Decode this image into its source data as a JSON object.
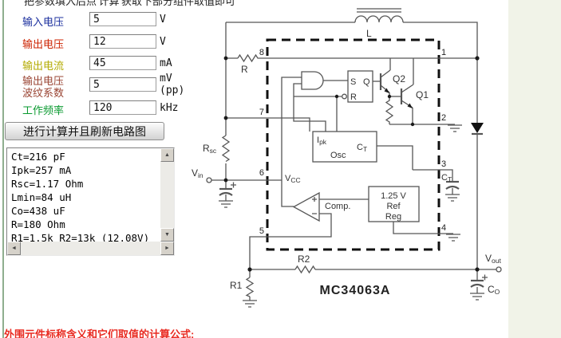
{
  "page": {
    "top_note": "把参数填入后点'计算'获取下部分组件取值即可",
    "bottom_note": "外围元件标称含义和它们取值的计算公式:"
  },
  "colors": {
    "left_border_green": "#8fae8f",
    "right_strip": "#f1f3e8",
    "label_input_voltage": "#1b2f9e",
    "label_output_voltage": "#cc2200",
    "label_output_current": "#b3ab00",
    "label_ripple": "#9a4433",
    "label_frequency": "#0a9a30",
    "bottom_note_red": "#e92a21"
  },
  "form": {
    "rows": [
      {
        "label": "输入电压",
        "value": "5",
        "unit": "V"
      },
      {
        "label": "输出电压",
        "value": "12",
        "unit": "V"
      },
      {
        "label": "输出电流",
        "value": "45",
        "unit": "mA"
      },
      {
        "label": "输出电压",
        "label2": "波纹系数",
        "value": "5",
        "unit": "mV",
        "unit2": "(pp)"
      },
      {
        "label": "工作频率",
        "value": "120",
        "unit": "kHz"
      }
    ],
    "button_label": "进行计算并且刷新电路图"
  },
  "results": {
    "text": "Ct=216 pF\nIpk=257 mA\nRsc=1.17 Ohm\nLmin=84 uH\nCo=438 uF\nR=180 Ohm\nR1=1.5k R2=13k (12.08V)"
  },
  "scrollbar": {
    "up": "▲",
    "down": "▼",
    "left": "◄",
    "right": "►"
  },
  "circuit": {
    "chip_label": "MC34063A",
    "pins": {
      "p1": "1",
      "p2": "2",
      "p3": "3",
      "p4": "4",
      "p5": "5",
      "p6": "6",
      "p7": "7",
      "p8": "8"
    },
    "labels": {
      "l": "L",
      "r": "R",
      "rsc_main": "R",
      "rsc_sub": "sc",
      "r1": "R1",
      "r2": "R2",
      "vin_main": "V",
      "vin_sub": "in",
      "vout_main": "V",
      "vout_sub": "out",
      "co_main": "C",
      "co_sub": "O",
      "ct_ext_main": "C",
      "ct_ext_sub": "T",
      "ct_int_main": "C",
      "ct_int_sub": "T",
      "ipk_main": "I",
      "ipk_sub": "pk",
      "osc": "Osc",
      "vcc_main": "V",
      "vcc_sub": "CC",
      "comp": "Comp.",
      "ref_line1": "1.25 V",
      "ref_line2": "Ref",
      "ref_line3": "Reg",
      "latch_s": "S",
      "latch_q": "Q",
      "latch_r": "R",
      "q1": "Q1",
      "q2": "Q2"
    }
  }
}
